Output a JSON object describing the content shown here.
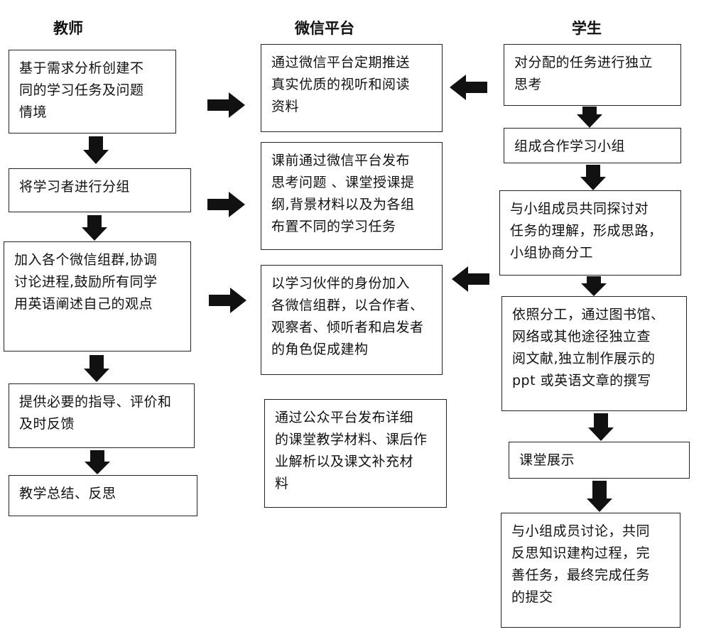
{
  "columns": {
    "teacher": "教师",
    "wechat": "微信平台",
    "student": "学生"
  },
  "teacher_steps": [
    {
      "lines": [
        "基于需求分析创建不",
        "同的学习任务及问题",
        "情境"
      ]
    },
    {
      "lines": [
        "将学习者进行分组"
      ]
    },
    {
      "lines": [
        "加入各个微信组群,协调",
        "讨论进程,鼓励所有同学",
        "用英语阐述自己的观点"
      ]
    },
    {
      "lines": [
        "提供必要的指导、评价和",
        "及时反馈"
      ]
    },
    {
      "lines": [
        "教学总结、反思"
      ]
    }
  ],
  "wechat_steps": [
    {
      "lines": [
        "通过微信平台定期推送",
        "真实优质的视听和阅读",
        "资料"
      ]
    },
    {
      "lines": [
        "课前通过微信平台发布",
        "思考问题 、课堂授课提",
        "纲,背景材料以及为各组",
        "布置不同的学习任务"
      ]
    },
    {
      "lines": [
        "以学习伙伴的身份加入",
        "各微信组群，以合作者、",
        "观察者、倾听者和启发者",
        "的角色促成建构"
      ]
    },
    {
      "lines": [
        "通过公众平台发布详细",
        "的课堂教学材料、课后作",
        "业解析以及课文补充材",
        "料"
      ]
    }
  ],
  "student_steps": [
    {
      "lines": [
        "对分配的任务进行独立",
        "思考"
      ]
    },
    {
      "lines": [
        "组成合作学习小组"
      ]
    },
    {
      "lines": [
        "与小组成员共同探讨对",
        "任务的理解，形成思路，",
        "小组协商分工"
      ]
    },
    {
      "lines": [
        "依照分工，通过图书馆、",
        "网络或其他途径独立查",
        "阅文献,独立制作展示的",
        "ppt 或英语文章的撰写"
      ]
    },
    {
      "lines": [
        "课堂展示"
      ]
    },
    {
      "lines": [
        "与小组成员讨论，共同",
        "反思知识建构过程，完",
        "善任务，最终完成任务",
        "的提交"
      ]
    }
  ],
  "colors": {
    "arrow": "#111111",
    "border": "#222222"
  }
}
